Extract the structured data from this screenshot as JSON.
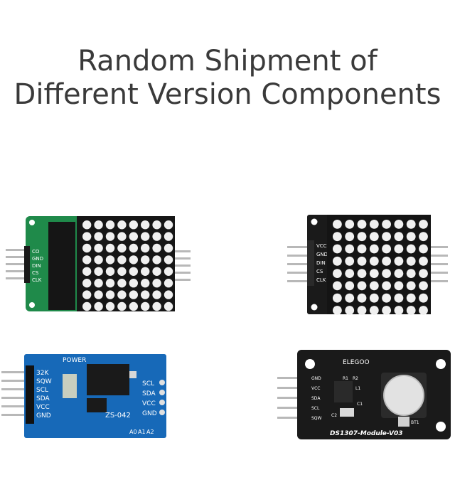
{
  "headline": {
    "line1": "Random Shipment of",
    "line2": "Different Version Components"
  },
  "matrix_green": {
    "pins": [
      "CO",
      "GND",
      "DIN",
      "CS",
      "CLK"
    ]
  },
  "matrix_black": {
    "pins": [
      "VCC",
      "GND",
      "DIN",
      "CS",
      "CLK"
    ]
  },
  "rtc_blue": {
    "power_label": "POWER",
    "chip_label": "ZS-042",
    "left_pins": [
      "32K",
      "SQW",
      "SCL",
      "SDA",
      "VCC",
      "GND"
    ],
    "right_pins": [
      "SCL",
      "SDA",
      "VCC",
      "GND"
    ],
    "addr_labels": [
      "A0",
      "A1",
      "A2"
    ]
  },
  "rtc_black": {
    "brand": "ELEGOO",
    "model": "DS1307-Module-V03",
    "pins": [
      "GND",
      "VCC",
      "SDA",
      "SCL",
      "SQW"
    ],
    "battery_label": "BT1",
    "parts": [
      "R1",
      "R2",
      "L1",
      "C1",
      "C2"
    ]
  },
  "colors": {
    "green_pcb": "#1f8a4a",
    "blue_pcb": "#1769b8",
    "black_pcb": "#1a1a1a",
    "led": "#f0f0f0",
    "pin_metal": "#b8b8b8"
  }
}
